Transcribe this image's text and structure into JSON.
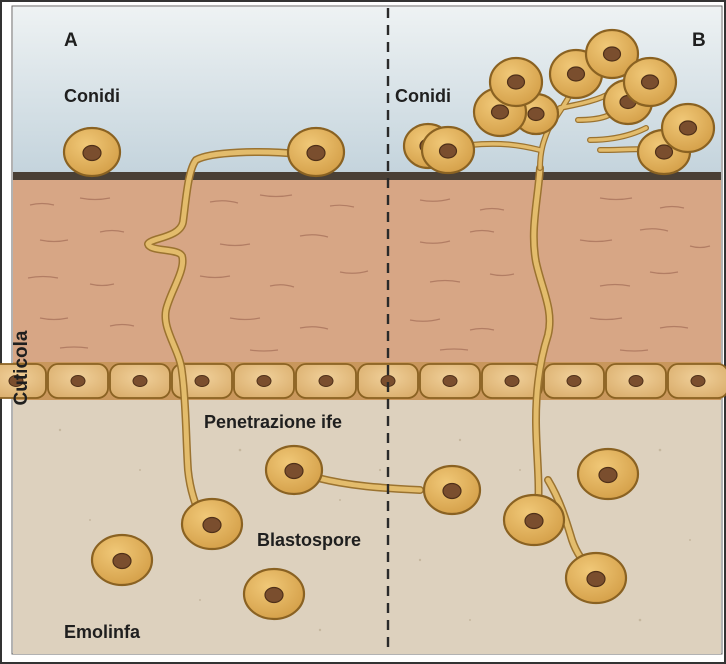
{
  "labels": {
    "panel_a": "A",
    "panel_b": "B",
    "conidi_a": "Conidi",
    "conidi_b": "Conidi",
    "cuticola": "Cuticola",
    "penetrazione_ife": "Penetrazione ife",
    "blastospore": "Blastospore",
    "emolinfa": "Emolinfa"
  },
  "colors": {
    "sky": "#c4d3dc",
    "cuticle": "#d9a98a",
    "cuticle_line": "#a5715a",
    "epidermis": "#e3bf8a",
    "hemolymph": "#ddd2c0",
    "spore_fill": "#e2b25e",
    "spore_edge": "#8a6222",
    "nucleus": "#7a4e2e",
    "hypha": "#e3bc6c",
    "hypha_edge": "#9b7330",
    "divider": "#2a2a2a"
  }
}
